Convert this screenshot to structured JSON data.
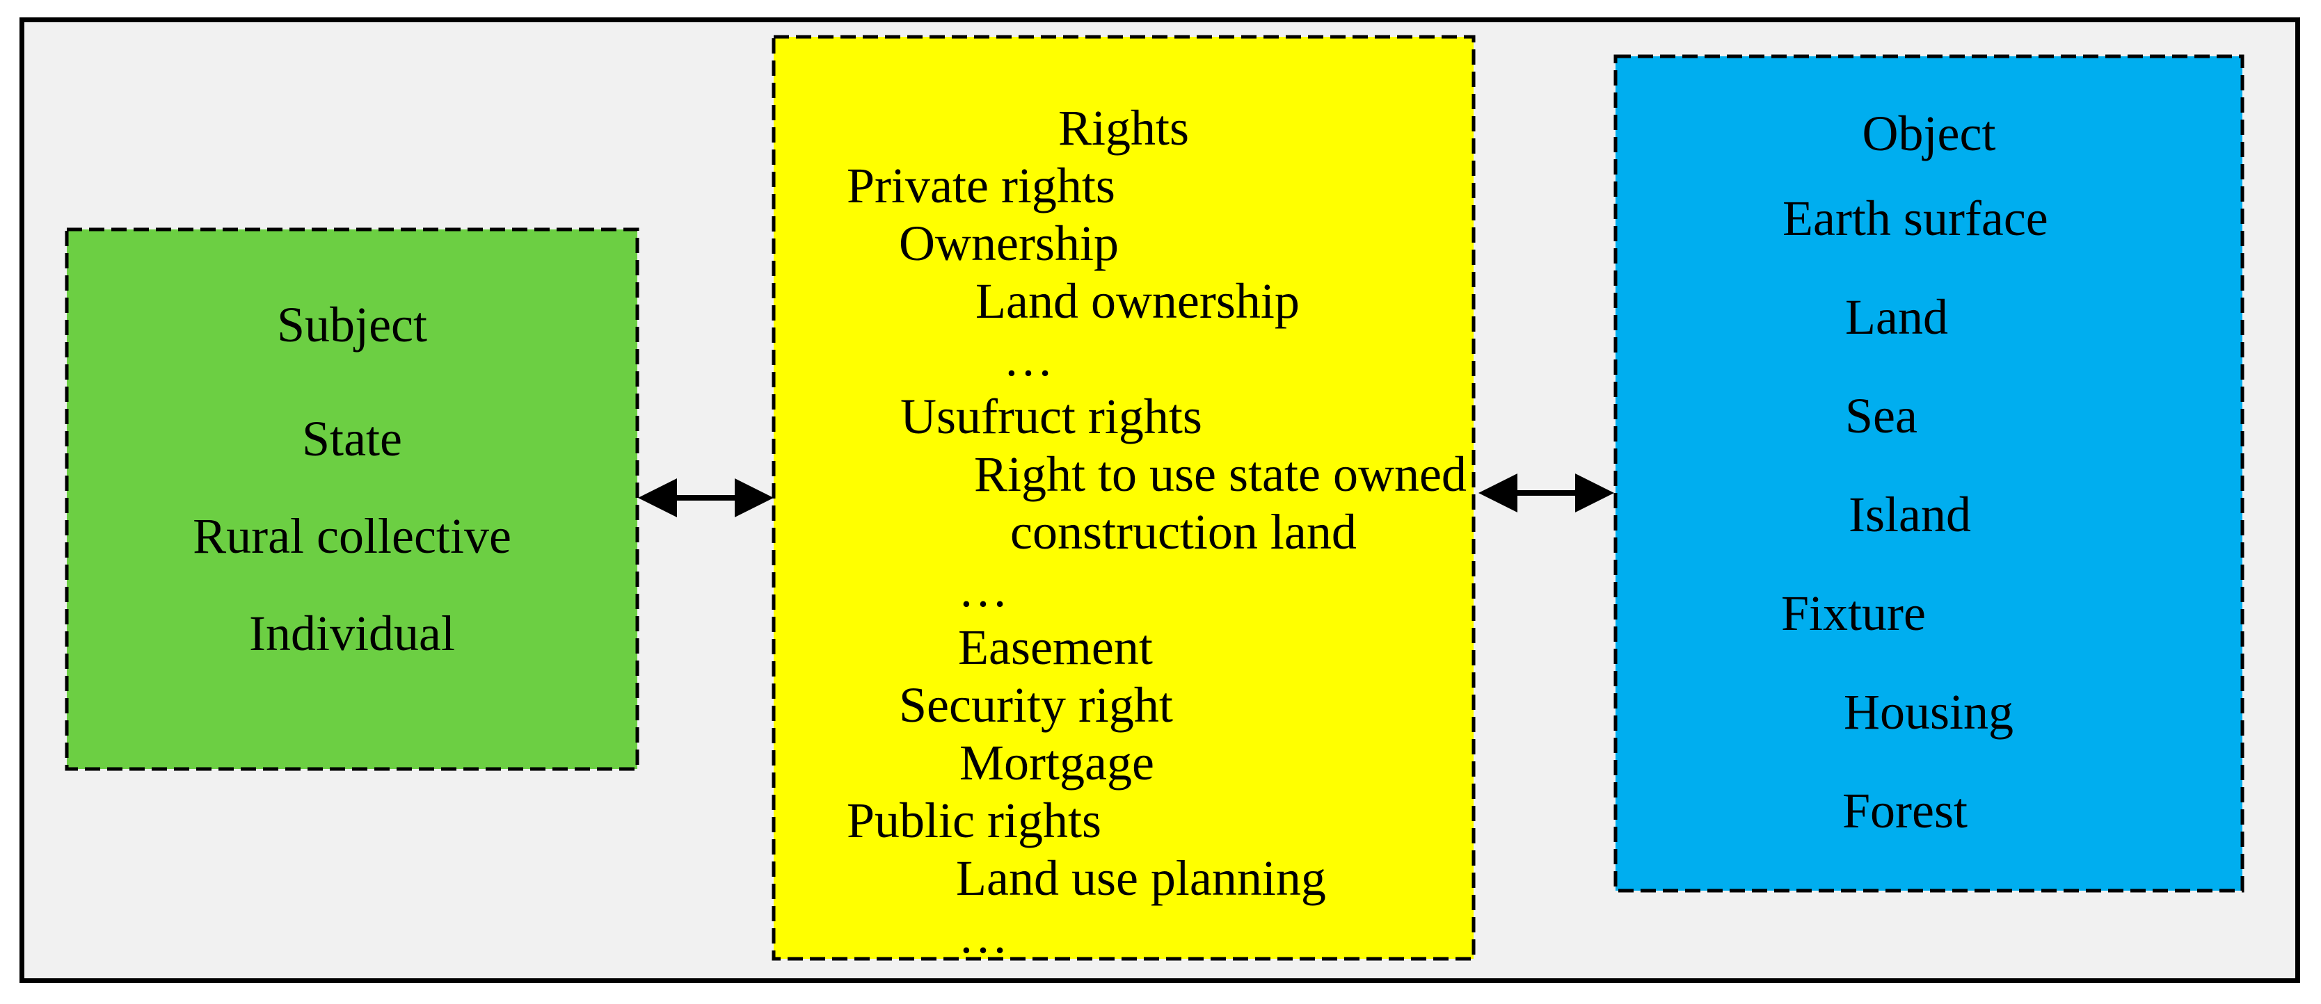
{
  "figure": {
    "colors": {
      "page_bg": "#ffffff",
      "frame_bg": "#f1f1f1",
      "frame_border": "#000000",
      "box_border": "#000000",
      "text": "#000000",
      "arrow": "#000000"
    }
  },
  "boxes": {
    "subject": {
      "title": "Subject",
      "color": "#6ccf43",
      "items": [
        "State",
        "Rural collective",
        "Individual"
      ]
    },
    "rights": {
      "title": "Rights",
      "color": "#ffff00",
      "lines": [
        {
          "text": "Private rights",
          "level": 1
        },
        {
          "text": "Ownership",
          "level": 2
        },
        {
          "text": "Land ownership",
          "level": 3
        },
        {
          "text": "…",
          "level": 3
        },
        {
          "text": "Usufruct rights",
          "level": 2
        },
        {
          "text": "Right to use state owned",
          "level": 3
        },
        {
          "text": "construction land",
          "level": 4
        },
        {
          "text": "…",
          "level": 3
        },
        {
          "text": "Easement",
          "level": 3
        },
        {
          "text": "Security right",
          "level": 2
        },
        {
          "text": "Mortgage",
          "level": 3
        },
        {
          "text": "Public rights",
          "level": 1
        },
        {
          "text": "Land use planning",
          "level": 3
        },
        {
          "text": "…",
          "level": 3
        }
      ]
    },
    "object": {
      "title": "Object",
      "color": "#00aeef",
      "lines": [
        {
          "text": "Earth surface",
          "level": 1
        },
        {
          "text": "Land",
          "level": 2
        },
        {
          "text": "Sea",
          "level": 2
        },
        {
          "text": "Island",
          "level": 2
        },
        {
          "text": "Fixture",
          "level": 1
        },
        {
          "text": "Housing",
          "level": 2
        },
        {
          "text": "Forest",
          "level": 2
        }
      ]
    }
  }
}
